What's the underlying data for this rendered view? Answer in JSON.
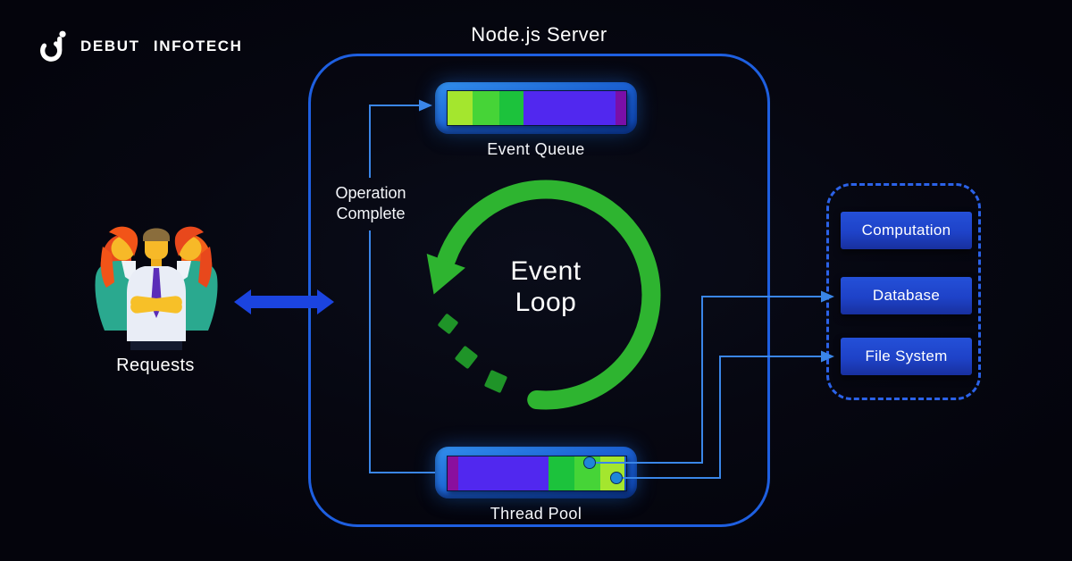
{
  "header": {
    "brand": "DEBUT INFOTECH"
  },
  "server": {
    "title": "Node.js Server"
  },
  "event_queue": {
    "label": "Event Queue",
    "segments": [
      {
        "color": "#a4e62e",
        "width": 28
      },
      {
        "color": "#46d437",
        "width": 30
      },
      {
        "color": "#1cc23c",
        "width": 27
      },
      {
        "color": "#5128ef",
        "width": 103
      },
      {
        "color": "#7a0fa8",
        "width": 12
      }
    ]
  },
  "event_loop": {
    "line1": "Event",
    "line2": "Loop"
  },
  "thread_pool": {
    "label": "Thread Pool",
    "segments": [
      {
        "color": "#8a0f9e",
        "width": 12
      },
      {
        "color": "#5128ef",
        "width": 101
      },
      {
        "color": "#1cc23c",
        "width": 29
      },
      {
        "color": "#46d437",
        "width": 29
      },
      {
        "color": "#a4e62e",
        "width": 27
      }
    ]
  },
  "operation_complete": {
    "line1": "Operation",
    "line2": "Complete"
  },
  "requests": {
    "label": "Requests"
  },
  "external_panel": {
    "items": [
      {
        "label": "Computation"
      },
      {
        "label": "Database"
      },
      {
        "label": "File System"
      }
    ]
  },
  "colors": {
    "background": "#06060f",
    "server_border": "#1e5fe0",
    "connector": "#3a86e8",
    "request_arrow": "#1b44e0",
    "panel_border": "#2b62e8",
    "panel_box": "#1e42c8",
    "loop_green": "#2eb430",
    "loop_dash": "#1f9428",
    "dot_blue": "#1f86d8"
  }
}
